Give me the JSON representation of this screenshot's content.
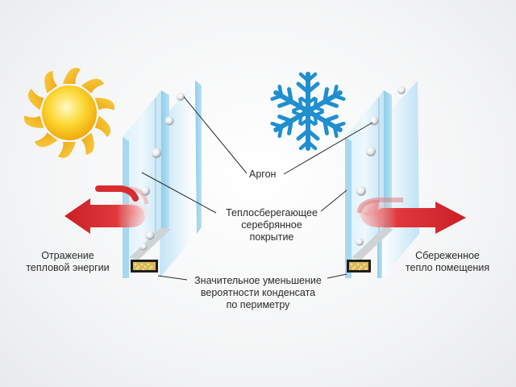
{
  "labels": {
    "argon": "Аргон",
    "coating": [
      "Теплосберегающее",
      "серебрянное",
      "покрытие"
    ],
    "reflection": [
      "Отражение",
      "тепловой энергии"
    ],
    "saved_heat": [
      "Сбереженное",
      "тепло помещения"
    ],
    "condensation": [
      "Значительное уменьшение",
      "вероятности конденсата",
      "по периметру"
    ]
  },
  "icons": {
    "sun": "sun-icon",
    "snowflake": "snowflake-icon"
  },
  "colors": {
    "arrow_red": "#d9252b",
    "glass_blue": "#bfe3f6",
    "snow_blue": "#1f8fd0",
    "sun_yellow": "#f6c515"
  }
}
